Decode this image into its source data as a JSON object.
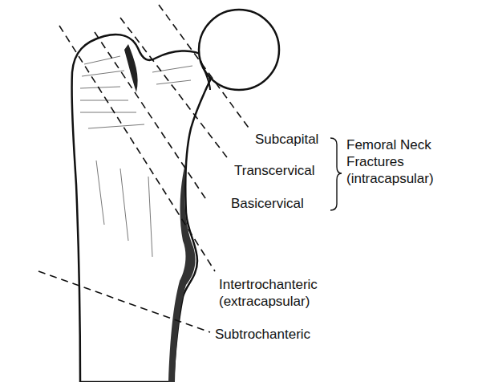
{
  "diagram": {
    "labels": [
      "Subcapital",
      "Transcervical",
      "Basicervical",
      "Femoral Neck Fractures (intracapsular)",
      "Intertrochanteric (extracapsular)",
      "Subtrochanteric"
    ]
  }
}
